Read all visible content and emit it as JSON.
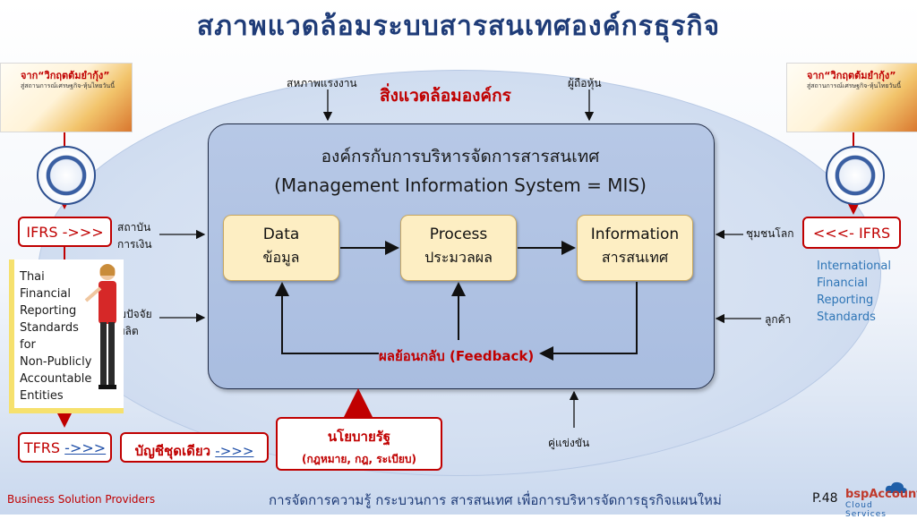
{
  "title": "สภาพแวดล้อมระบบสารสนเทศองค์กรธุรกิจ",
  "environment": {
    "title": "สิ่งแวดล้อมองค์กร",
    "labor_union": "สหภาพแรงงาน",
    "shareholders": "ผู้ถือหุ้น",
    "financial_institution": "สถาบัน\nการเงิน",
    "production_factors": "ผู้ขายปัจจัย\nการผลิต",
    "world_community": "ชุมชนโลก",
    "customers": "ลูกค้า",
    "competitors": "คู่แข่งขัน"
  },
  "core": {
    "title_th": "องค์กรกับการบริหารจัดการสารสนเทศ",
    "title_en": "(Management Information System = MIS)",
    "boxes": [
      {
        "en": "Data",
        "th": "ข้อมูล"
      },
      {
        "en": "Process",
        "th": "ประมวลผล"
      },
      {
        "en": "Information",
        "th": "สารสนเทศ"
      }
    ],
    "feedback": "ผลย้อนกลับ (Feedback)"
  },
  "left": {
    "thumb_title": "จาก“วิกฤตต้มยำกุ้ง”",
    "thumb_sub": "สู่สถานการณ์เศรษฐกิจ-หุ้นไทยวันนี้",
    "ifrs_label": "IFRS ->>>",
    "standards_text": "Thai\nFinancial\nReporting\nStandards\nfor\nNon-Publicly\nAccountable\nEntities",
    "tfrs_label": "TFRS ",
    "tfrs_link": "->>>",
    "single_book_label": "บัญชีชุดเดียว ",
    "single_book_link": "->>>"
  },
  "right": {
    "thumb_title": "จาก“วิกฤตต้มยำกุ้ง”",
    "thumb_sub": "สู่สถานการณ์เศรษฐกิจ-หุ้นไทยวันนี้",
    "ifrs_label": "<<<- IFRS",
    "standards_text": "International\nFinancial\nReporting\nStandards"
  },
  "policy": {
    "title": "นโยบายรัฐ",
    "subtitle": "(กฎหมาย, กฎ, ระเบียบ)"
  },
  "footer": {
    "left": "Business Solution Providers",
    "center": "การจัดการความรู้ กระบวนการ สารสนเทศ เพื่อการบริหารจัดการธุรกิจแผนใหม่",
    "page": "P.48",
    "brand": "bspAccount",
    "brand_sub": "Cloud Services"
  },
  "colors": {
    "title": "#1f3c78",
    "accent_red": "#c00000",
    "box_fill": "#fdeec3",
    "core_fill": "#b7c8e6",
    "standards_blue": "#2e75b6"
  }
}
